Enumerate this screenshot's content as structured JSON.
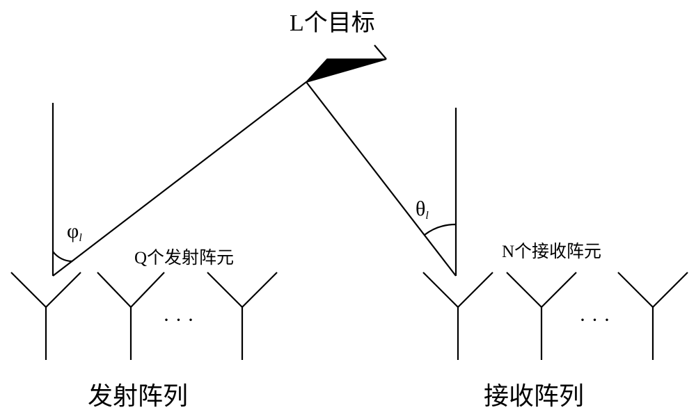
{
  "labels": {
    "target": "L个目标",
    "transmit_elements": "Q个发射阵元",
    "receive_elements": "N个接收阵元",
    "transmit_array": "发射阵列",
    "receive_array": "接收阵列",
    "transmit_angle_symbol": "φ",
    "transmit_angle_sub": "l",
    "receive_angle_symbol": "θ",
    "receive_angle_sub": "l",
    "transmit_ellipsis": "· · ·",
    "receive_ellipsis": "· · ·"
  }
}
